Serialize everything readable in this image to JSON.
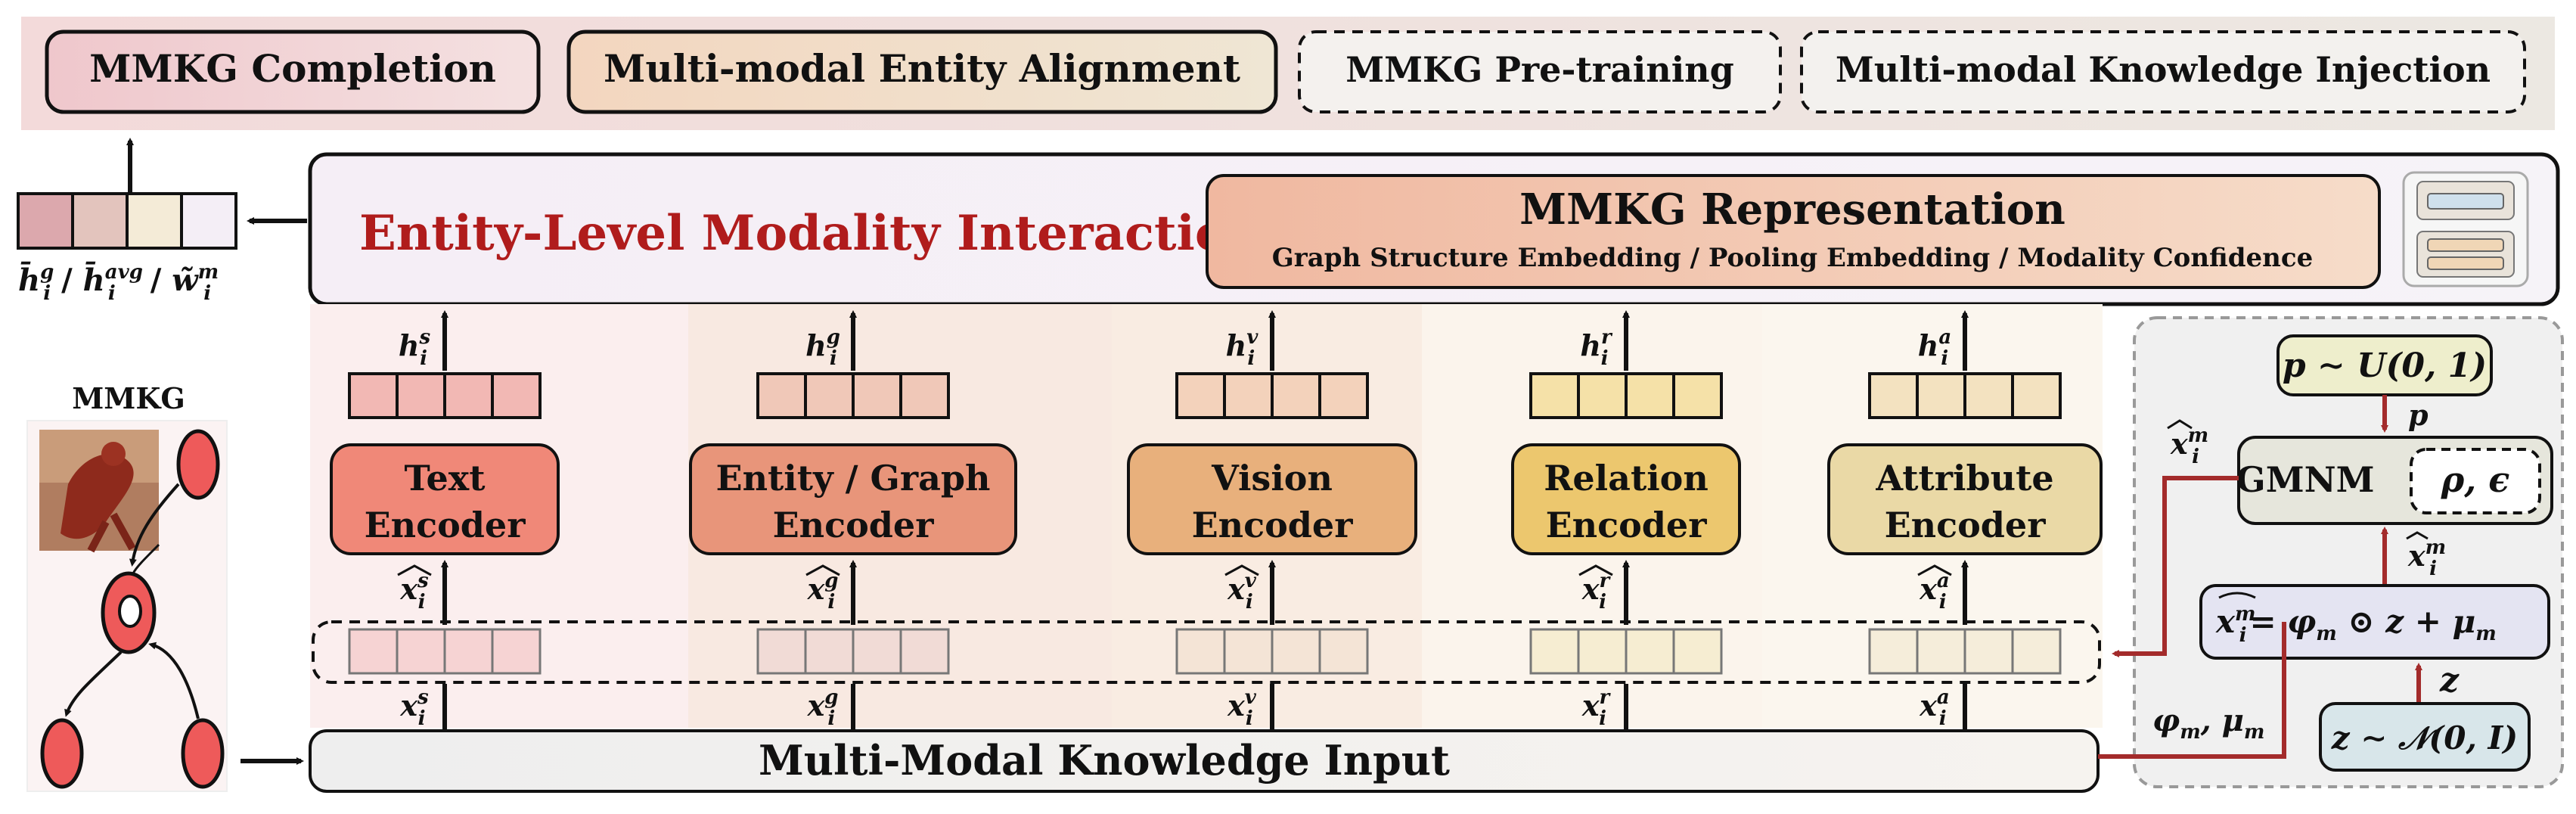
{
  "tasks": {
    "completion": "MMKG Completion",
    "alignment": "Multi-modal Entity Alignment",
    "pretraining": "MMKG Pre-training",
    "injection": "Multi-modal Knowledge Injection"
  },
  "interaction": {
    "title": "Entity-Level Modality Interaction",
    "title_color": "#b01c1c"
  },
  "representation": {
    "title": "MMKG Representation",
    "subtitle": "Graph Structure Embedding / Pooling Embedding / Modality Confidence"
  },
  "output_label": {
    "h_g": "h̄",
    "sep1": " / ",
    "h_avg": "h̄",
    "sep2": " / ",
    "w_m": "w̃"
  },
  "mmkg_label": "MMKG",
  "input_label": "Multi-Modal Knowledge Input",
  "encoders": [
    {
      "line1": "Text",
      "line2": "Encoder",
      "out": "h",
      "sup": "s",
      "in_hat": "x",
      "in": "x"
    },
    {
      "line1": "Entity / Graph",
      "line2": "Encoder",
      "out": "h",
      "sup": "g",
      "in_hat": "x",
      "in": "x"
    },
    {
      "line1": "Vision",
      "line2": "Encoder",
      "out": "h",
      "sup": "v",
      "in_hat": "x",
      "in": "x"
    },
    {
      "line1": "Relation",
      "line2": "Encoder",
      "out": "h",
      "sup": "r",
      "in_hat": "x",
      "in": "x"
    },
    {
      "line1": "Attribute",
      "line2": "Encoder",
      "out": "h",
      "sup": "a",
      "in_hat": "x",
      "in": "x"
    }
  ],
  "gmnm": {
    "label": "GMNM",
    "params": "ρ, ϵ",
    "p_dist": "p ∼ U(0, 1)",
    "p": "p",
    "x_hat": "x",
    "formula": "= φ",
    "formula_rest": " ⊙ z + μ",
    "z_dist": "z ∼ 𝒩(0, I)",
    "z": "z",
    "phi_mu": "φ",
    "phi_mu_rest": ", μ"
  },
  "colors": {
    "text": "#f08878",
    "entity": "#e8957a",
    "vision": "#e8b07c",
    "relation": "#ecc76e",
    "attribute": "#ead9a6",
    "accent_red": "#a32b2b"
  }
}
